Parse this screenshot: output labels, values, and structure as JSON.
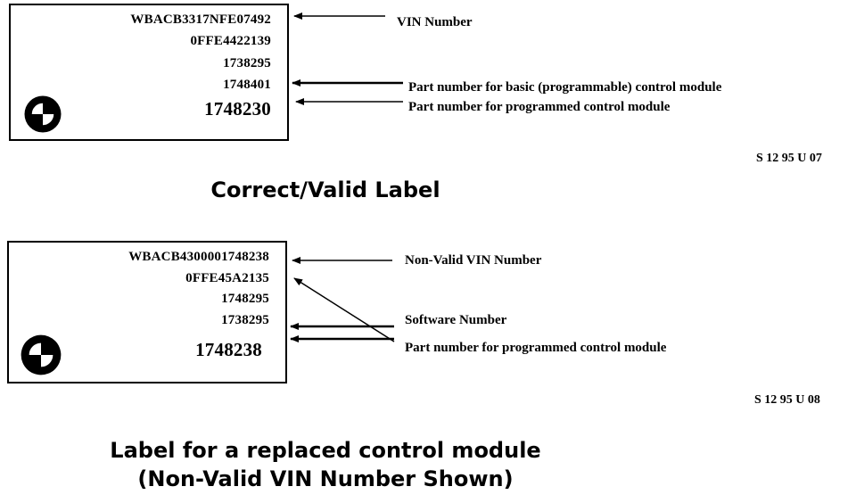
{
  "diagram_top": {
    "label_lines": [
      "WBACB3317NFE07492",
      "0FFE4422139",
      "1738295",
      "1748401",
      "1748230"
    ],
    "annotations": {
      "vin": "VIN Number",
      "basic_part": "Part number for basic (programmable) control module",
      "programmed_part": "Part number for programmed control module"
    },
    "figure_code": "S 12 95 U 07",
    "caption": "Correct/Valid Label"
  },
  "diagram_bottom": {
    "label_lines": [
      "WBACB4300001748238",
      "0FFE45A2135",
      "1748295",
      "1738295",
      "1748238"
    ],
    "annotations": {
      "vin": "Non-Valid VIN Number",
      "software": "Software Number",
      "programmed_part": "Part number for programmed control module"
    },
    "figure_code": "S 12 95 U 08",
    "caption_line1": "Label for a replaced control module",
    "caption_line2": "(Non-Valid VIN Number Shown)"
  },
  "logo": {
    "icon": "bmw-roundel-icon",
    "colors": {
      "ring": "#000000",
      "quarter_dark": "#000000",
      "quarter_light": "#ffffff"
    }
  }
}
